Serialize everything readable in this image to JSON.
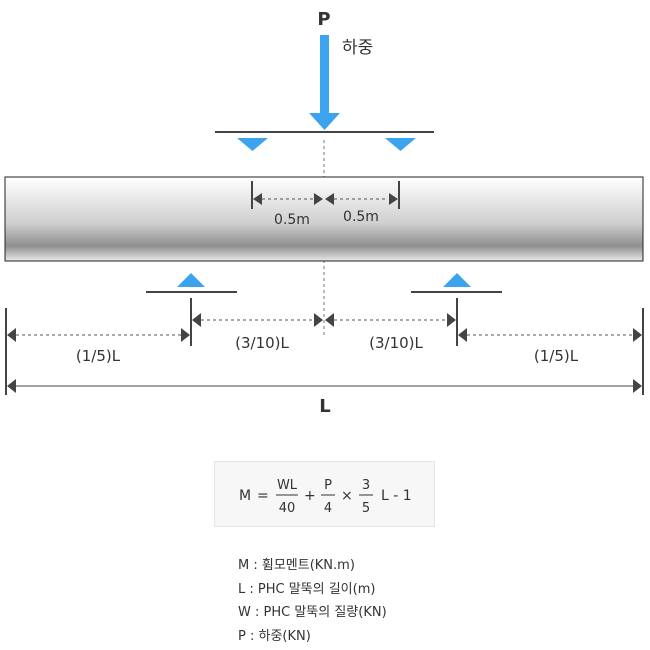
{
  "diagram": {
    "load_symbol": "P",
    "load_label": "하중",
    "offset_left": "0.5m",
    "offset_right": "0.5m",
    "span_outer_left": "(1/5)L",
    "span_inner_left": "(3/10)L",
    "span_inner_right": "(3/10)L",
    "span_outer_right": "(1/5)L",
    "total_length": "L",
    "colors": {
      "arrow": "#3ca3ee",
      "line": "#444444",
      "dim": "#555555"
    }
  },
  "formula": {
    "lhs": "M",
    "eq": "=",
    "frac1_num": "WL",
    "frac1_den": "40",
    "plus": "+",
    "frac2_num": "P",
    "frac2_den": "4",
    "times": "×",
    "frac3_num": "3",
    "frac3_den": "5",
    "tail": "L - 1"
  },
  "legend": [
    "M : 휨모멘트(KN.m)",
    "L : PHC 말뚝의 길이(m)",
    "W : PHC 말뚝의 질량(KN)",
    "P : 하중(KN)"
  ]
}
